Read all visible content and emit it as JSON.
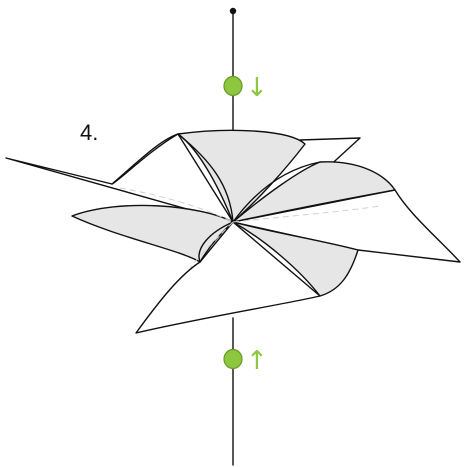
{
  "step": {
    "label": "4."
  },
  "colors": {
    "line": "#111111",
    "paper": "#ffffff",
    "shaded_fold": "#e6e6e6",
    "bead": "#8dc63f",
    "bead_outline": "#6a9a22",
    "arrow": "#8dc63f"
  },
  "markers": {
    "top": {
      "arrow": "↓",
      "direction": "down"
    },
    "bottom": {
      "arrow": "↑",
      "direction": "up"
    }
  }
}
